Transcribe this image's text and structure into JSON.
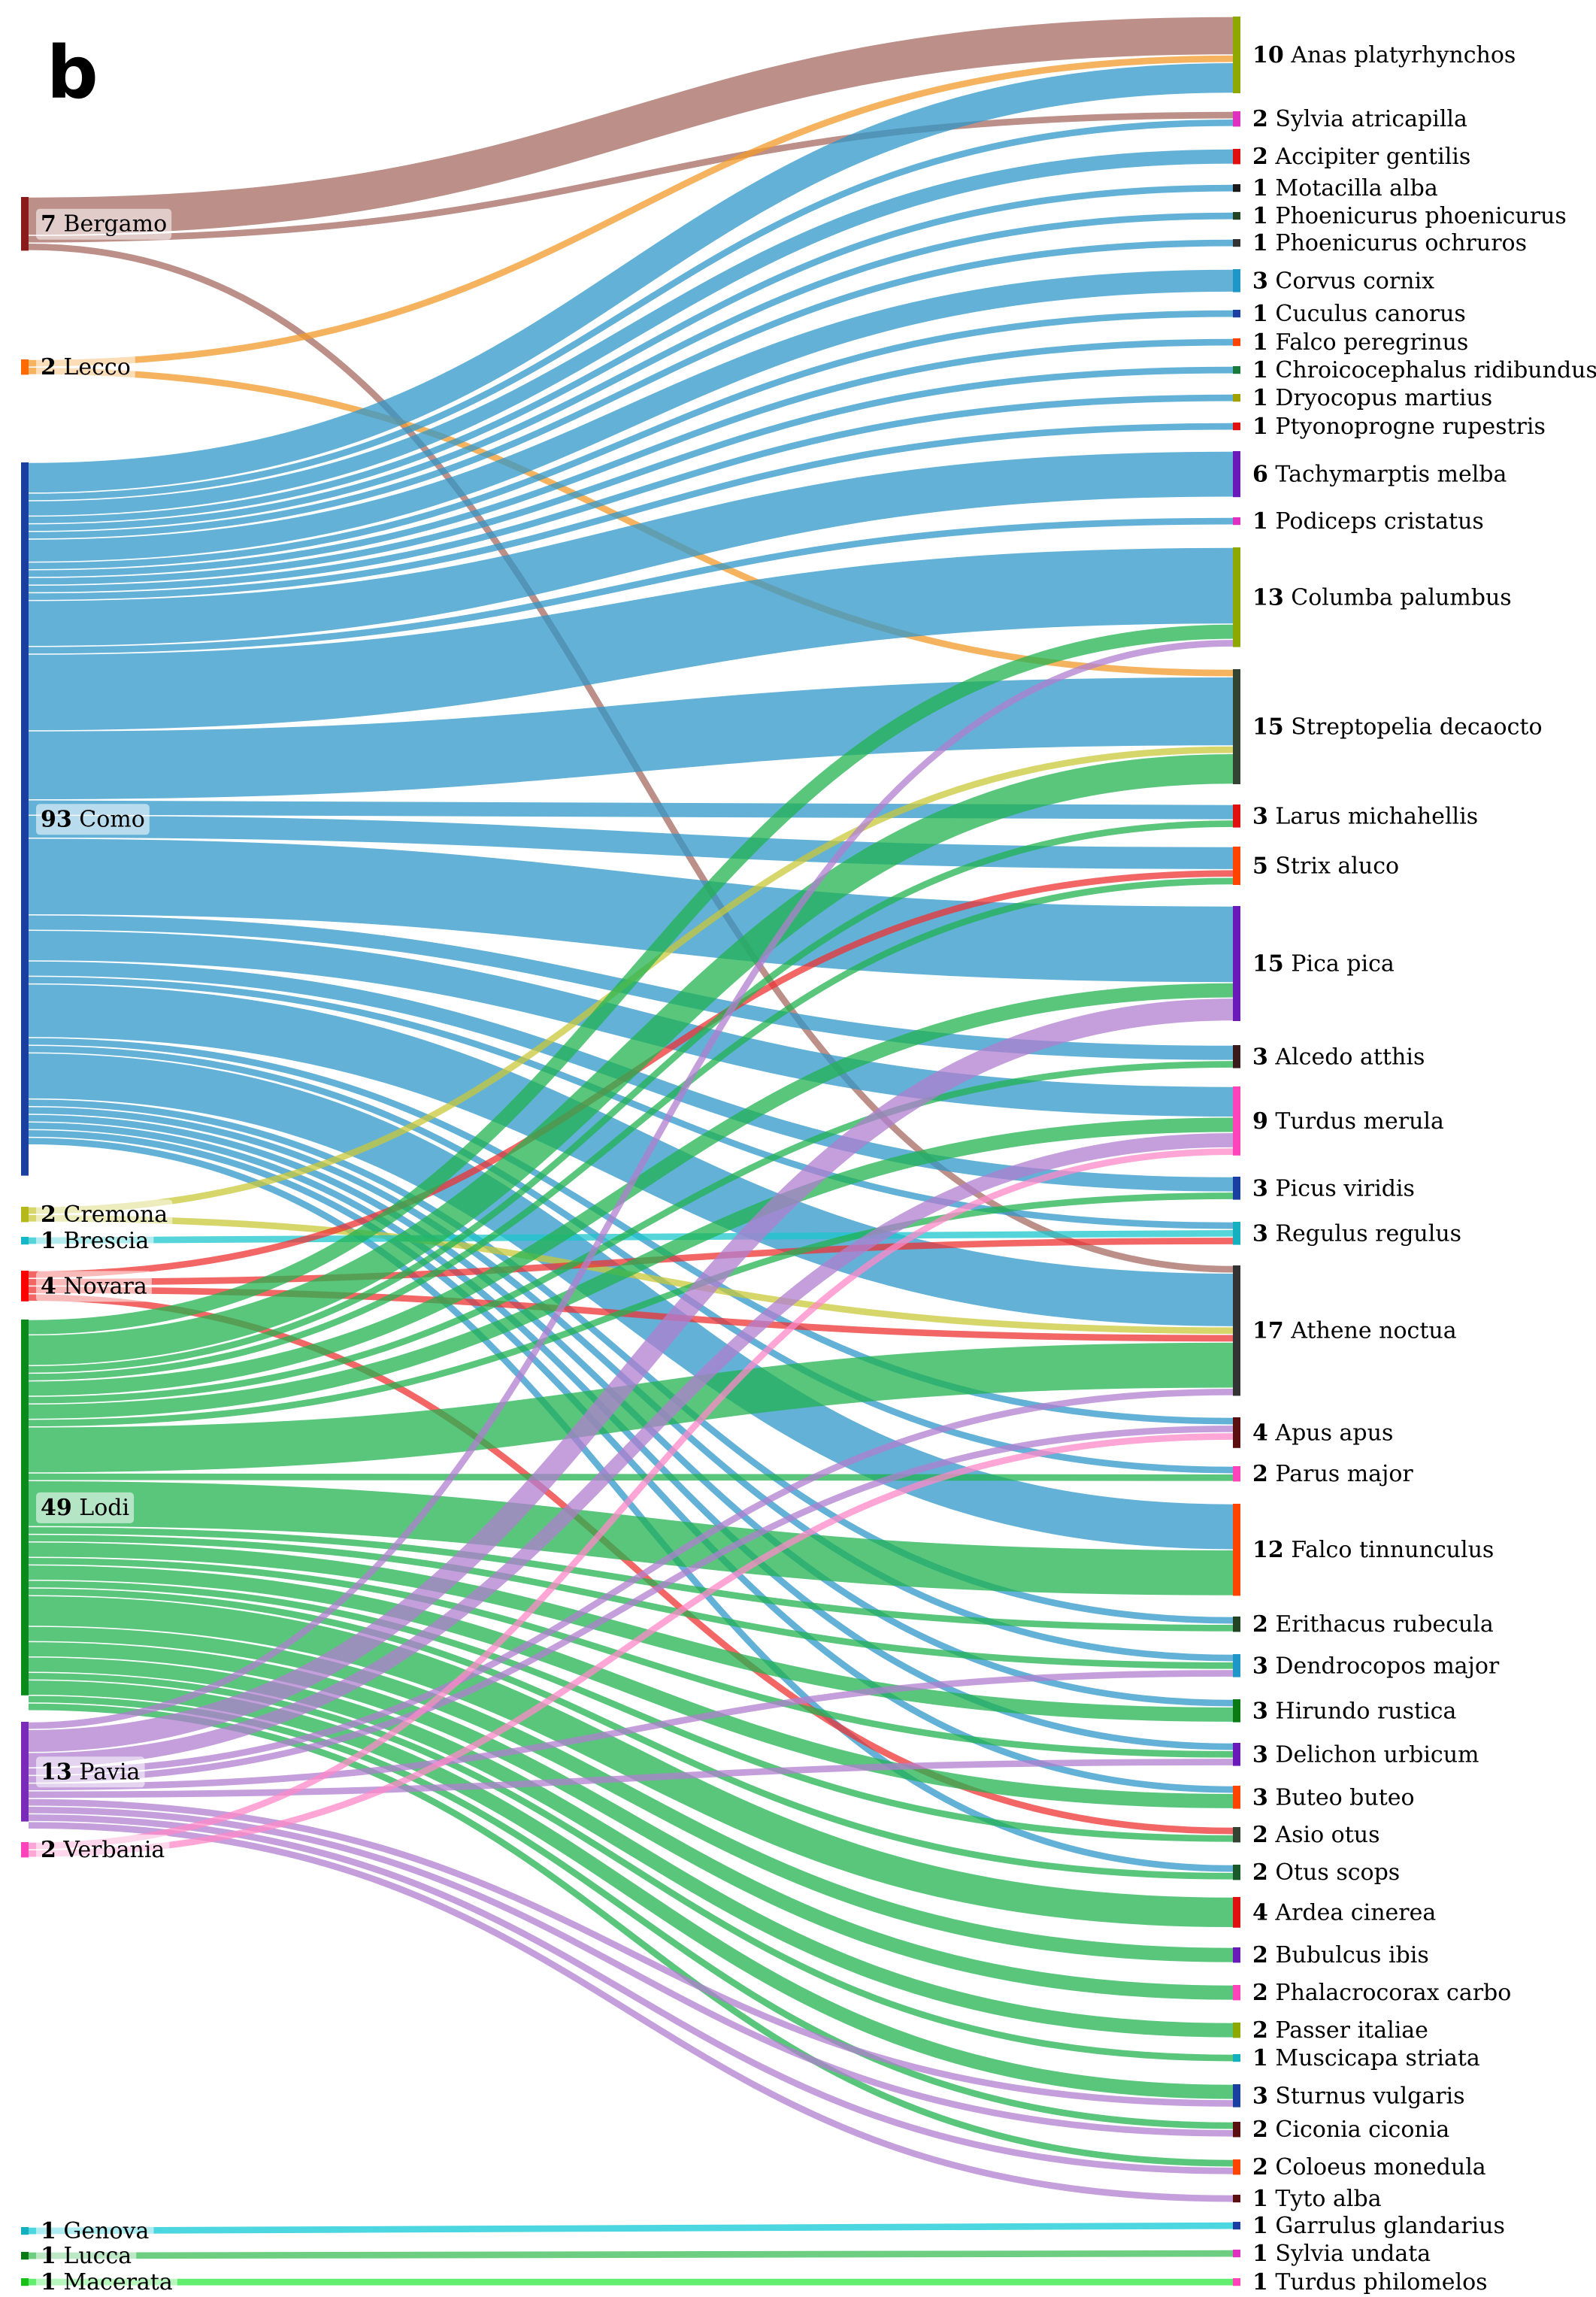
{
  "panel_letter": "b",
  "chart_data": {
    "type": "sankey",
    "sources": [
      {
        "name": "Bergamo",
        "value": 7,
        "color": "#8b1a1a",
        "link_color": "#a66a62"
      },
      {
        "name": "Lecco",
        "value": 2,
        "color": "#ff6a00",
        "link_color": "#f39a2a"
      },
      {
        "name": "Como",
        "value": 93,
        "color": "#1a3fa0",
        "link_color": "#2f97c9"
      },
      {
        "name": "Cremona",
        "value": 2,
        "color": "#b5b81a",
        "link_color": "#c8c83a"
      },
      {
        "name": "Brescia",
        "value": 1,
        "color": "#16b8c8",
        "link_color": "#1cc6cc"
      },
      {
        "name": "Novara",
        "value": 4,
        "color": "#ff0000",
        "link_color": "#ee3333"
      },
      {
        "name": "Lodi",
        "value": 49,
        "color": "#0a8a1a",
        "link_color": "#22b350"
      },
      {
        "name": "Pavia",
        "value": 13,
        "color": "#7a2ab8",
        "link_color": "#b07fd0"
      },
      {
        "name": "Verbania",
        "value": 2,
        "color": "#ff44bb",
        "link_color": "#ff88c8"
      },
      {
        "name": "Genova",
        "value": 1,
        "color": "#14b0c0",
        "link_color": "#10c8d4"
      },
      {
        "name": "Lucca",
        "value": 1,
        "color": "#0a7a14",
        "link_color": "#3cbc56"
      },
      {
        "name": "Macerata",
        "value": 1,
        "color": "#18c018",
        "link_color": "#2ee83e"
      }
    ],
    "targets": [
      {
        "name": "Anas platyrhynchos",
        "value": 10,
        "color": "#8fa800"
      },
      {
        "name": "Sylvia atricapilla",
        "value": 2,
        "color": "#e030c0"
      },
      {
        "name": "Accipiter gentilis",
        "value": 2,
        "color": "#e01010"
      },
      {
        "name": "Motacilla alba",
        "value": 1,
        "color": "#1a1a1a"
      },
      {
        "name": "Phoenicurus phoenicurus",
        "value": 1,
        "color": "#224422"
      },
      {
        "name": "Phoenicurus ochruros",
        "value": 1,
        "color": "#333333"
      },
      {
        "name": "Corvus cornix",
        "value": 3,
        "color": "#1e96c8"
      },
      {
        "name": "Cuculus canorus",
        "value": 1,
        "color": "#1a3fa0"
      },
      {
        "name": "Falco peregrinus",
        "value": 1,
        "color": "#ff4400"
      },
      {
        "name": "Chroicocephalus ridibundus",
        "value": 1,
        "color": "#1a7a3a"
      },
      {
        "name": "Dryocopus martius",
        "value": 1,
        "color": "#a0a000"
      },
      {
        "name": "Ptyonoprogne rupestris",
        "value": 1,
        "color": "#e01010"
      },
      {
        "name": "Tachymarptis melba",
        "value": 6,
        "color": "#6a1ab8"
      },
      {
        "name": "Podiceps cristatus",
        "value": 1,
        "color": "#e030c0"
      },
      {
        "name": "Columba palumbus",
        "value": 13,
        "color": "#8fa800"
      },
      {
        "name": "Streptopelia decaocto",
        "value": 15,
        "color": "#334433"
      },
      {
        "name": "Larus michahellis",
        "value": 3,
        "color": "#e01010"
      },
      {
        "name": "Strix aluco",
        "value": 5,
        "color": "#ff4400"
      },
      {
        "name": "Pica pica",
        "value": 15,
        "color": "#6a1ab8"
      },
      {
        "name": "Alcedo atthis",
        "value": 3,
        "color": "#3a1a1a"
      },
      {
        "name": "Turdus merula",
        "value": 9,
        "color": "#ff44bb"
      },
      {
        "name": "Picus viridis",
        "value": 3,
        "color": "#1a3fa0"
      },
      {
        "name": "Regulus regulus",
        "value": 3,
        "color": "#14b0c0"
      },
      {
        "name": "Athene noctua",
        "value": 17,
        "color": "#333333"
      },
      {
        "name": "Apus apus",
        "value": 4,
        "color": "#5a1010"
      },
      {
        "name": "Parus major",
        "value": 2,
        "color": "#ff44bb"
      },
      {
        "name": "Falco tinnunculus",
        "value": 12,
        "color": "#ff4400"
      },
      {
        "name": "Erithacus rubecula",
        "value": 2,
        "color": "#224422"
      },
      {
        "name": "Dendrocopos major",
        "value": 3,
        "color": "#1e96c8"
      },
      {
        "name": "Hirundo rustica",
        "value": 3,
        "color": "#0a7a14"
      },
      {
        "name": "Delichon urbicum",
        "value": 3,
        "color": "#6a1ab8"
      },
      {
        "name": "Buteo buteo",
        "value": 3,
        "color": "#ff4400"
      },
      {
        "name": "Asio otus",
        "value": 2,
        "color": "#334433"
      },
      {
        "name": "Otus scops",
        "value": 2,
        "color": "#1a5a2a"
      },
      {
        "name": "Ardea cinerea",
        "value": 4,
        "color": "#e01010"
      },
      {
        "name": "Bubulcus ibis",
        "value": 2,
        "color": "#6a1ab8"
      },
      {
        "name": "Phalacrocorax carbo",
        "value": 2,
        "color": "#ff44bb"
      },
      {
        "name": "Passer italiae",
        "value": 2,
        "color": "#8fa800"
      },
      {
        "name": "Muscicapa striata",
        "value": 1,
        "color": "#14b0c0"
      },
      {
        "name": "Sturnus vulgaris",
        "value": 3,
        "color": "#1a3fa0"
      },
      {
        "name": "Ciconia ciconia",
        "value": 2,
        "color": "#5a1010"
      },
      {
        "name": "Coloeus monedula",
        "value": 2,
        "color": "#ff4400"
      },
      {
        "name": "Tyto alba",
        "value": 1,
        "color": "#5a1010"
      },
      {
        "name": "Garrulus glandarius",
        "value": 1,
        "color": "#1a3fa0"
      },
      {
        "name": "Sylvia undata",
        "value": 1,
        "color": "#e030c0"
      },
      {
        "name": "Turdus philomelos",
        "value": 1,
        "color": "#ff44bb"
      }
    ],
    "links": [
      {
        "source": "Bergamo",
        "target": "Anas platyrhynchos",
        "value": 5
      },
      {
        "source": "Bergamo",
        "target": "Sylvia atricapilla",
        "value": 1
      },
      {
        "source": "Bergamo",
        "target": "Athene noctua",
        "value": 1
      },
      {
        "source": "Lecco",
        "target": "Anas platyrhynchos",
        "value": 1
      },
      {
        "source": "Lecco",
        "target": "Streptopelia decaocto",
        "value": 1
      },
      {
        "source": "Como",
        "target": "Anas platyrhynchos",
        "value": 4
      },
      {
        "source": "Como",
        "target": "Sylvia atricapilla",
        "value": 1
      },
      {
        "source": "Como",
        "target": "Accipiter gentilis",
        "value": 2
      },
      {
        "source": "Como",
        "target": "Motacilla alba",
        "value": 1
      },
      {
        "source": "Como",
        "target": "Phoenicurus phoenicurus",
        "value": 1
      },
      {
        "source": "Como",
        "target": "Phoenicurus ochruros",
        "value": 1
      },
      {
        "source": "Como",
        "target": "Corvus cornix",
        "value": 3
      },
      {
        "source": "Como",
        "target": "Cuculus canorus",
        "value": 1
      },
      {
        "source": "Como",
        "target": "Falco peregrinus",
        "value": 1
      },
      {
        "source": "Como",
        "target": "Chroicocephalus ridibundus",
        "value": 1
      },
      {
        "source": "Como",
        "target": "Dryocopus martius",
        "value": 1
      },
      {
        "source": "Como",
        "target": "Ptyonoprogne rupestris",
        "value": 1
      },
      {
        "source": "Como",
        "target": "Tachymarptis melba",
        "value": 6
      },
      {
        "source": "Como",
        "target": "Podiceps cristatus",
        "value": 1
      },
      {
        "source": "Como",
        "target": "Columba palumbus",
        "value": 10
      },
      {
        "source": "Como",
        "target": "Streptopelia decaocto",
        "value": 9
      },
      {
        "source": "Como",
        "target": "Larus michahellis",
        "value": 2
      },
      {
        "source": "Como",
        "target": "Strix aluco",
        "value": 3
      },
      {
        "source": "Como",
        "target": "Pica pica",
        "value": 10
      },
      {
        "source": "Como",
        "target": "Alcedo atthis",
        "value": 2
      },
      {
        "source": "Como",
        "target": "Turdus merula",
        "value": 4
      },
      {
        "source": "Como",
        "target": "Picus viridis",
        "value": 2
      },
      {
        "source": "Como",
        "target": "Regulus regulus",
        "value": 1
      },
      {
        "source": "Como",
        "target": "Athene noctua",
        "value": 7
      },
      {
        "source": "Como",
        "target": "Apus apus",
        "value": 1
      },
      {
        "source": "Como",
        "target": "Parus major",
        "value": 1
      },
      {
        "source": "Como",
        "target": "Falco tinnunculus",
        "value": 6
      },
      {
        "source": "Como",
        "target": "Erithacus rubecula",
        "value": 1
      },
      {
        "source": "Como",
        "target": "Dendrocopos major",
        "value": 1
      },
      {
        "source": "Como",
        "target": "Hirundo rustica",
        "value": 1
      },
      {
        "source": "Como",
        "target": "Delichon urbicum",
        "value": 1
      },
      {
        "source": "Como",
        "target": "Buteo buteo",
        "value": 1
      },
      {
        "source": "Como",
        "target": "Otus scops",
        "value": 1
      },
      {
        "source": "Cremona",
        "target": "Streptopelia decaocto",
        "value": 1
      },
      {
        "source": "Cremona",
        "target": "Athene noctua",
        "value": 1
      },
      {
        "source": "Brescia",
        "target": "Regulus regulus",
        "value": 1
      },
      {
        "source": "Novara",
        "target": "Strix aluco",
        "value": 1
      },
      {
        "source": "Novara",
        "target": "Regulus regulus",
        "value": 1
      },
      {
        "source": "Novara",
        "target": "Athene noctua",
        "value": 1
      },
      {
        "source": "Novara",
        "target": "Asio otus",
        "value": 1
      },
      {
        "source": "Lodi",
        "target": "Columba palumbus",
        "value": 2
      },
      {
        "source": "Lodi",
        "target": "Streptopelia decaocto",
        "value": 4
      },
      {
        "source": "Lodi",
        "target": "Larus michahellis",
        "value": 1
      },
      {
        "source": "Lodi",
        "target": "Strix aluco",
        "value": 1
      },
      {
        "source": "Lodi",
        "target": "Pica pica",
        "value": 2
      },
      {
        "source": "Lodi",
        "target": "Alcedo atthis",
        "value": 1
      },
      {
        "source": "Lodi",
        "target": "Turdus merula",
        "value": 2
      },
      {
        "source": "Lodi",
        "target": "Picus viridis",
        "value": 1
      },
      {
        "source": "Lodi",
        "target": "Athene noctua",
        "value": 6
      },
      {
        "source": "Lodi",
        "target": "Parus major",
        "value": 1
      },
      {
        "source": "Lodi",
        "target": "Falco tinnunculus",
        "value": 6
      },
      {
        "source": "Lodi",
        "target": "Erithacus rubecula",
        "value": 1
      },
      {
        "source": "Lodi",
        "target": "Dendrocopos major",
        "value": 1
      },
      {
        "source": "Lodi",
        "target": "Hirundo rustica",
        "value": 2
      },
      {
        "source": "Lodi",
        "target": "Delichon urbicum",
        "value": 1
      },
      {
        "source": "Lodi",
        "target": "Buteo buteo",
        "value": 2
      },
      {
        "source": "Lodi",
        "target": "Asio otus",
        "value": 1
      },
      {
        "source": "Lodi",
        "target": "Otus scops",
        "value": 1
      },
      {
        "source": "Lodi",
        "target": "Ardea cinerea",
        "value": 4
      },
      {
        "source": "Lodi",
        "target": "Bubulcus ibis",
        "value": 2
      },
      {
        "source": "Lodi",
        "target": "Phalacrocorax carbo",
        "value": 2
      },
      {
        "source": "Lodi",
        "target": "Passer italiae",
        "value": 2
      },
      {
        "source": "Lodi",
        "target": "Muscicapa striata",
        "value": 1
      },
      {
        "source": "Lodi",
        "target": "Sturnus vulgaris",
        "value": 2
      },
      {
        "source": "Lodi",
        "target": "Ciconia ciconia",
        "value": 1
      },
      {
        "source": "Lodi",
        "target": "Coloeus monedula",
        "value": 1
      },
      {
        "source": "Pavia",
        "target": "Columba palumbus",
        "value": 1
      },
      {
        "source": "Pavia",
        "target": "Pica pica",
        "value": 3
      },
      {
        "source": "Pavia",
        "target": "Turdus merula",
        "value": 2
      },
      {
        "source": "Pavia",
        "target": "Athene noctua",
        "value": 1
      },
      {
        "source": "Pavia",
        "target": "Apus apus",
        "value": 1
      },
      {
        "source": "Pavia",
        "target": "Dendrocopos major",
        "value": 1
      },
      {
        "source": "Pavia",
        "target": "Delichon urbicum",
        "value": 1
      },
      {
        "source": "Pavia",
        "target": "Sturnus vulgaris",
        "value": 1
      },
      {
        "source": "Pavia",
        "target": "Ciconia ciconia",
        "value": 1
      },
      {
        "source": "Pavia",
        "target": "Coloeus monedula",
        "value": 1
      },
      {
        "source": "Pavia",
        "target": "Tyto alba",
        "value": 1
      },
      {
        "source": "Verbania",
        "target": "Turdus merula",
        "value": 1
      },
      {
        "source": "Verbania",
        "target": "Apus apus",
        "value": 1
      },
      {
        "source": "Genova",
        "target": "Garrulus glandarius",
        "value": 1
      },
      {
        "source": "Lucca",
        "target": "Sylvia undata",
        "value": 1
      },
      {
        "source": "Macerata",
        "target": "Turdus philomelos",
        "value": 1
      }
    ]
  }
}
